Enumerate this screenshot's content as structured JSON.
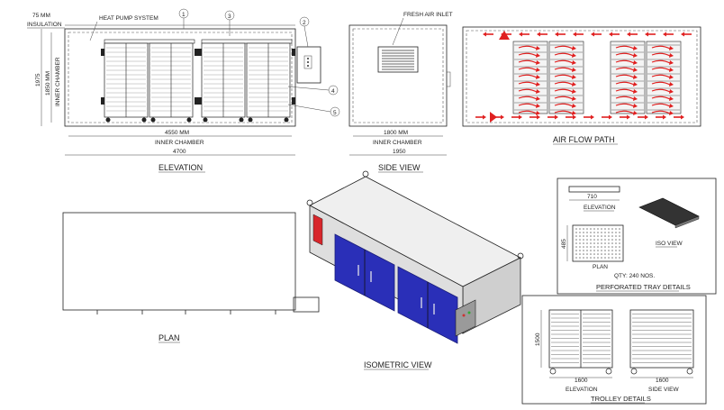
{
  "views": {
    "elevation": "ELEVATION",
    "side_view": "SIDE VIEW",
    "air_flow_path": "AIR FLOW PATH",
    "plan": "PLAN",
    "isometric_view": "ISOMETRIC VIEW",
    "perforated_tray_details": "PERFORATED TRAY DETAILS",
    "trolley_details": "TROLLEY DETAILS"
  },
  "elevation": {
    "insulation": "75 MM\nINSULATION",
    "insulation_l1": "75 MM",
    "insulation_l2": "INSULATION",
    "heat_pump": "HEAT PUMP SYSTEM",
    "h_outer": "1975",
    "h_inner": "1850 MM",
    "inner_chamber_v": "INNER CHAMBER",
    "w_inner": "4550 MM",
    "inner_chamber": "INNER CHAMBER",
    "w_outer": "4700",
    "callouts": [
      "1",
      "2",
      "3",
      "4",
      "5"
    ]
  },
  "side": {
    "fresh_air": "FRESH AIR INLET",
    "w_inner": "1800 MM",
    "inner_chamber": "INNER CHAMBER",
    "w_outer": "1950"
  },
  "tray": {
    "width": "710",
    "elevation": "ELEVATION",
    "height": "485",
    "plan": "PLAN",
    "iso_view": "ISO VIEW",
    "qty": "QTY: 240 NOS."
  },
  "trolley": {
    "height": "1500",
    "width_elev": "1600",
    "elevation": "ELEVATION",
    "width_side": "1600",
    "side_view": "SIDE VIEW"
  },
  "colors": {
    "line": "#222222",
    "door_blue": "#2a2fb8",
    "door_blue_dark": "#1a1e7a",
    "body_grey": "#d9d9d9",
    "body_top": "#efefef",
    "airflow_red": "#e02020",
    "panel_red": "#d8262b"
  }
}
